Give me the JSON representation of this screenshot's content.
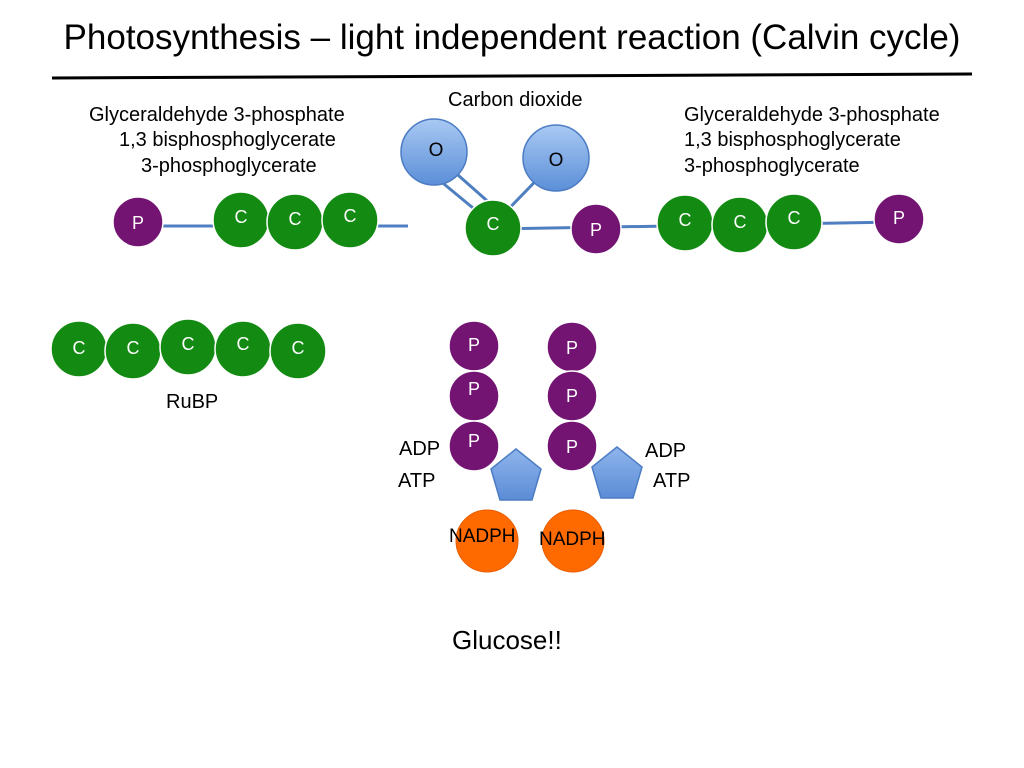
{
  "title": "Photosynthesis – light independent reaction (Calvin cycle)",
  "carbon_dioxide_label": "Carbon dioxide",
  "left_stack": {
    "line1": "Glyceraldehyde 3-phosphate",
    "line2": "1,3 bisphosphoglycerate",
    "line3": "3-phosphoglycerate"
  },
  "right_stack": {
    "line1": "Glyceraldehyde 3-phosphate",
    "line2": "1,3 bisphosphoglycerate",
    "line3": "3-phosphoglycerate"
  },
  "atoms": {
    "carbon": "C",
    "oxygen": "O",
    "phosphate": "P"
  },
  "rubp_label": "RuBP",
  "energy_left": {
    "adp": "ADP",
    "atp": "ATP"
  },
  "energy_right": {
    "adp": "ADP",
    "atp": "ATP"
  },
  "nadph_left": "NADPH",
  "nadph_right": "NADPH",
  "glucose_label": "Glucose!!",
  "colors": {
    "carbon": "#138a12",
    "phosphate": "#731473",
    "oxygen": "#6fa6e8",
    "pentagon": "#6f9ee0",
    "nadph": "#ff6a00",
    "bond": "#4f7fc0"
  }
}
